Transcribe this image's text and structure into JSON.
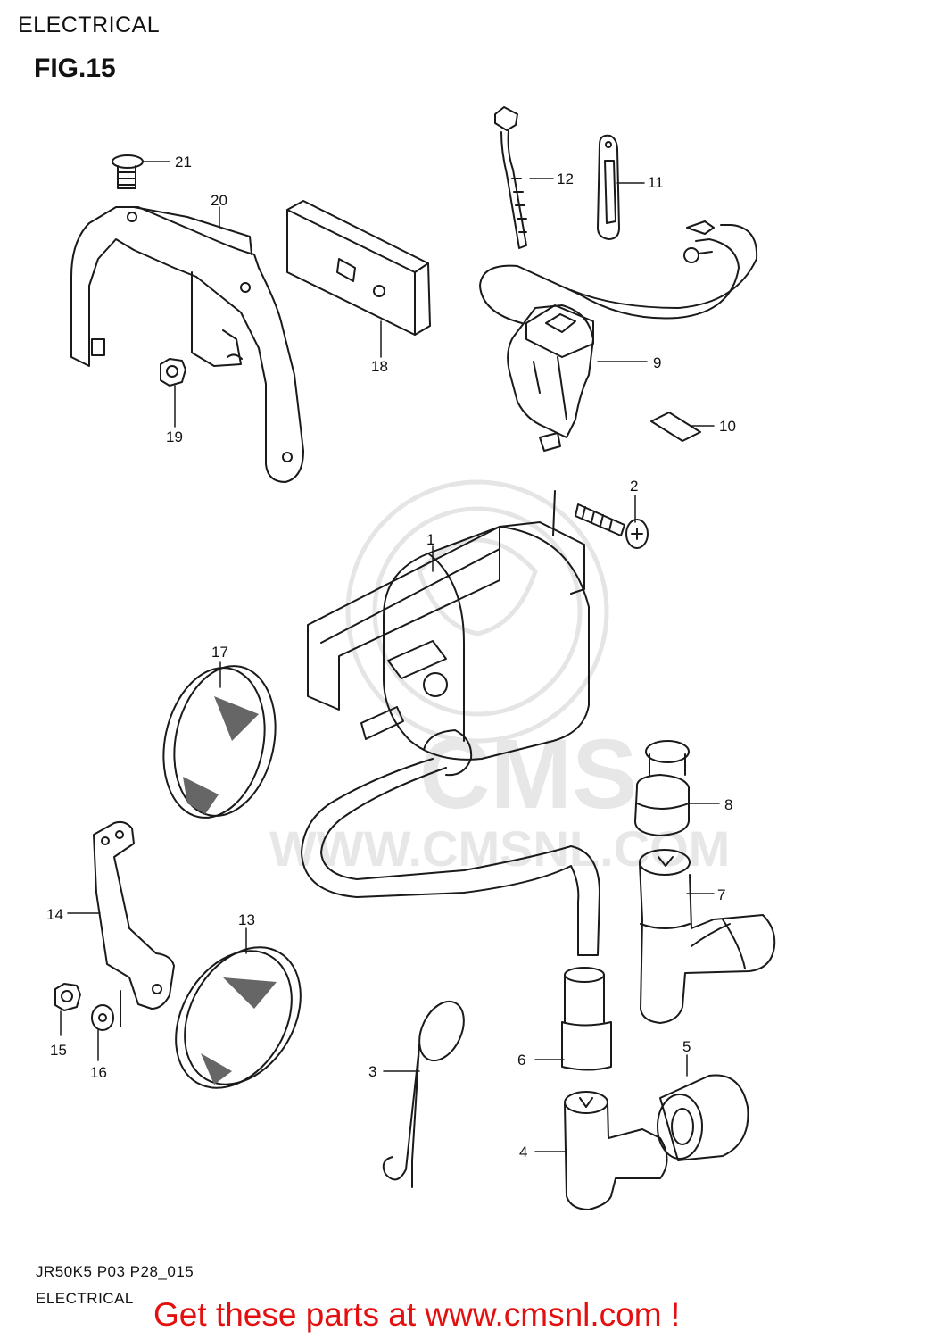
{
  "header": {
    "section_title": "ELECTRICAL",
    "figure_title": "FIG.15"
  },
  "watermark": {
    "brand": "CMS",
    "url": "WWW.CMSNL.COM",
    "color": "#e7e7e7"
  },
  "parts": [
    {
      "callout": "1",
      "icon": "ignition-coil-icon"
    },
    {
      "callout": "2",
      "icon": "screw-icon"
    },
    {
      "callout": "3",
      "icon": "wire-clip-icon"
    },
    {
      "callout": "4",
      "icon": "plug-cap-icon"
    },
    {
      "callout": "5",
      "icon": "plug-cap-cover-icon"
    },
    {
      "callout": "6",
      "icon": "plug-cap-sleeve-icon"
    },
    {
      "callout": "7",
      "icon": "plug-cap-icon"
    },
    {
      "callout": "8",
      "icon": "grommet-icon"
    },
    {
      "callout": "9",
      "icon": "switch-icon"
    },
    {
      "callout": "10",
      "icon": "label-icon"
    },
    {
      "callout": "11",
      "icon": "clamp-icon"
    },
    {
      "callout": "12",
      "icon": "cable-tie-icon"
    },
    {
      "callout": "13",
      "icon": "reflector-icon"
    },
    {
      "callout": "14",
      "icon": "bracket-icon"
    },
    {
      "callout": "15",
      "icon": "nut-icon"
    },
    {
      "callout": "16",
      "icon": "washer-icon"
    },
    {
      "callout": "17",
      "icon": "reflector-icon"
    },
    {
      "callout": "18",
      "icon": "cushion-icon"
    },
    {
      "callout": "19",
      "icon": "nut-icon"
    },
    {
      "callout": "20",
      "icon": "bracket-icon"
    },
    {
      "callout": "21",
      "icon": "screw-icon"
    }
  ],
  "footer": {
    "diagram_code": "JR50K5 P03 P28_015",
    "section_label": "ELECTRICAL",
    "call_to_action": "Get these parts at www.cmsnl.com !",
    "cta_color": "#e41010"
  }
}
